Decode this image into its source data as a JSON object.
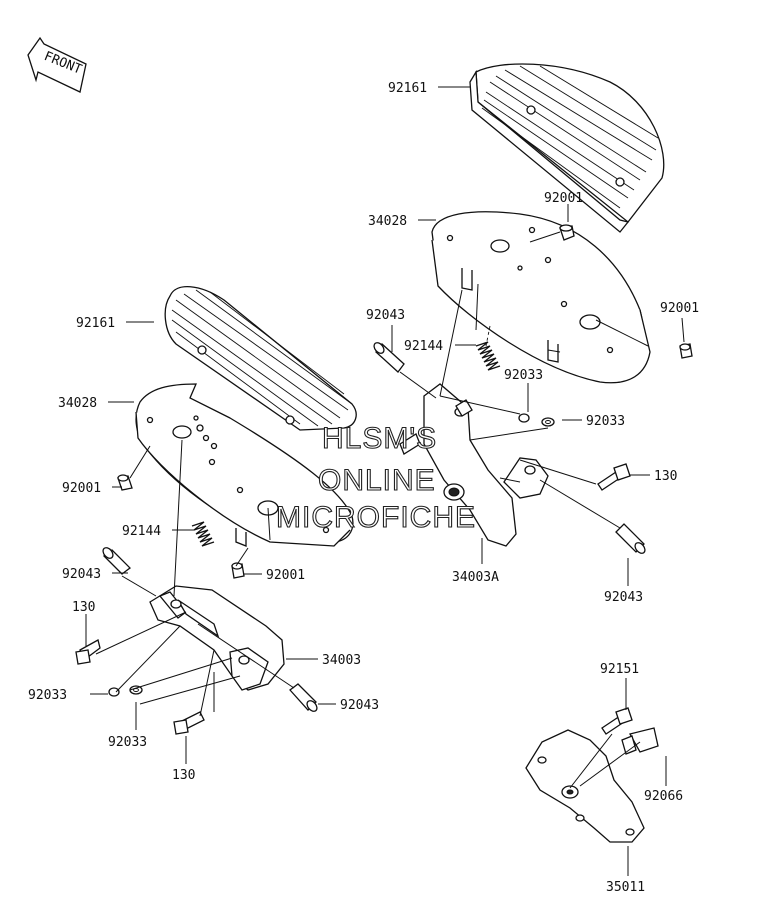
{
  "front_badge": "FRONT",
  "watermark": {
    "line1": "HLSM'S",
    "line2": "ONLINE",
    "line3": "MICROFICHE"
  },
  "parts": {
    "p92161_upper": "92161",
    "p92001_upper_mid": "92001",
    "p34028_upper": "34028",
    "p92001_upper_right": "92001",
    "p92043_mid": "92043",
    "p92144_right": "92144",
    "p92033_right_a": "92033",
    "p92033_right_b": "92033",
    "p92161_lower": "92161",
    "p34028_lower": "34028",
    "p130_right": "130",
    "p92001_lower_left": "92001",
    "p34003A": "34003A",
    "p92144_left": "92144",
    "p92043_left": "92043",
    "p92001_lower_mid": "92001",
    "p92043_right_bottom": "92043",
    "p130_left": "130",
    "p34003": "34003",
    "p92033_left_a": "92033",
    "p92043_bottom": "92043",
    "p92033_left_b": "92033",
    "p92151": "92151",
    "p130_bottom": "130",
    "p92066": "92066",
    "p35011": "35011"
  }
}
